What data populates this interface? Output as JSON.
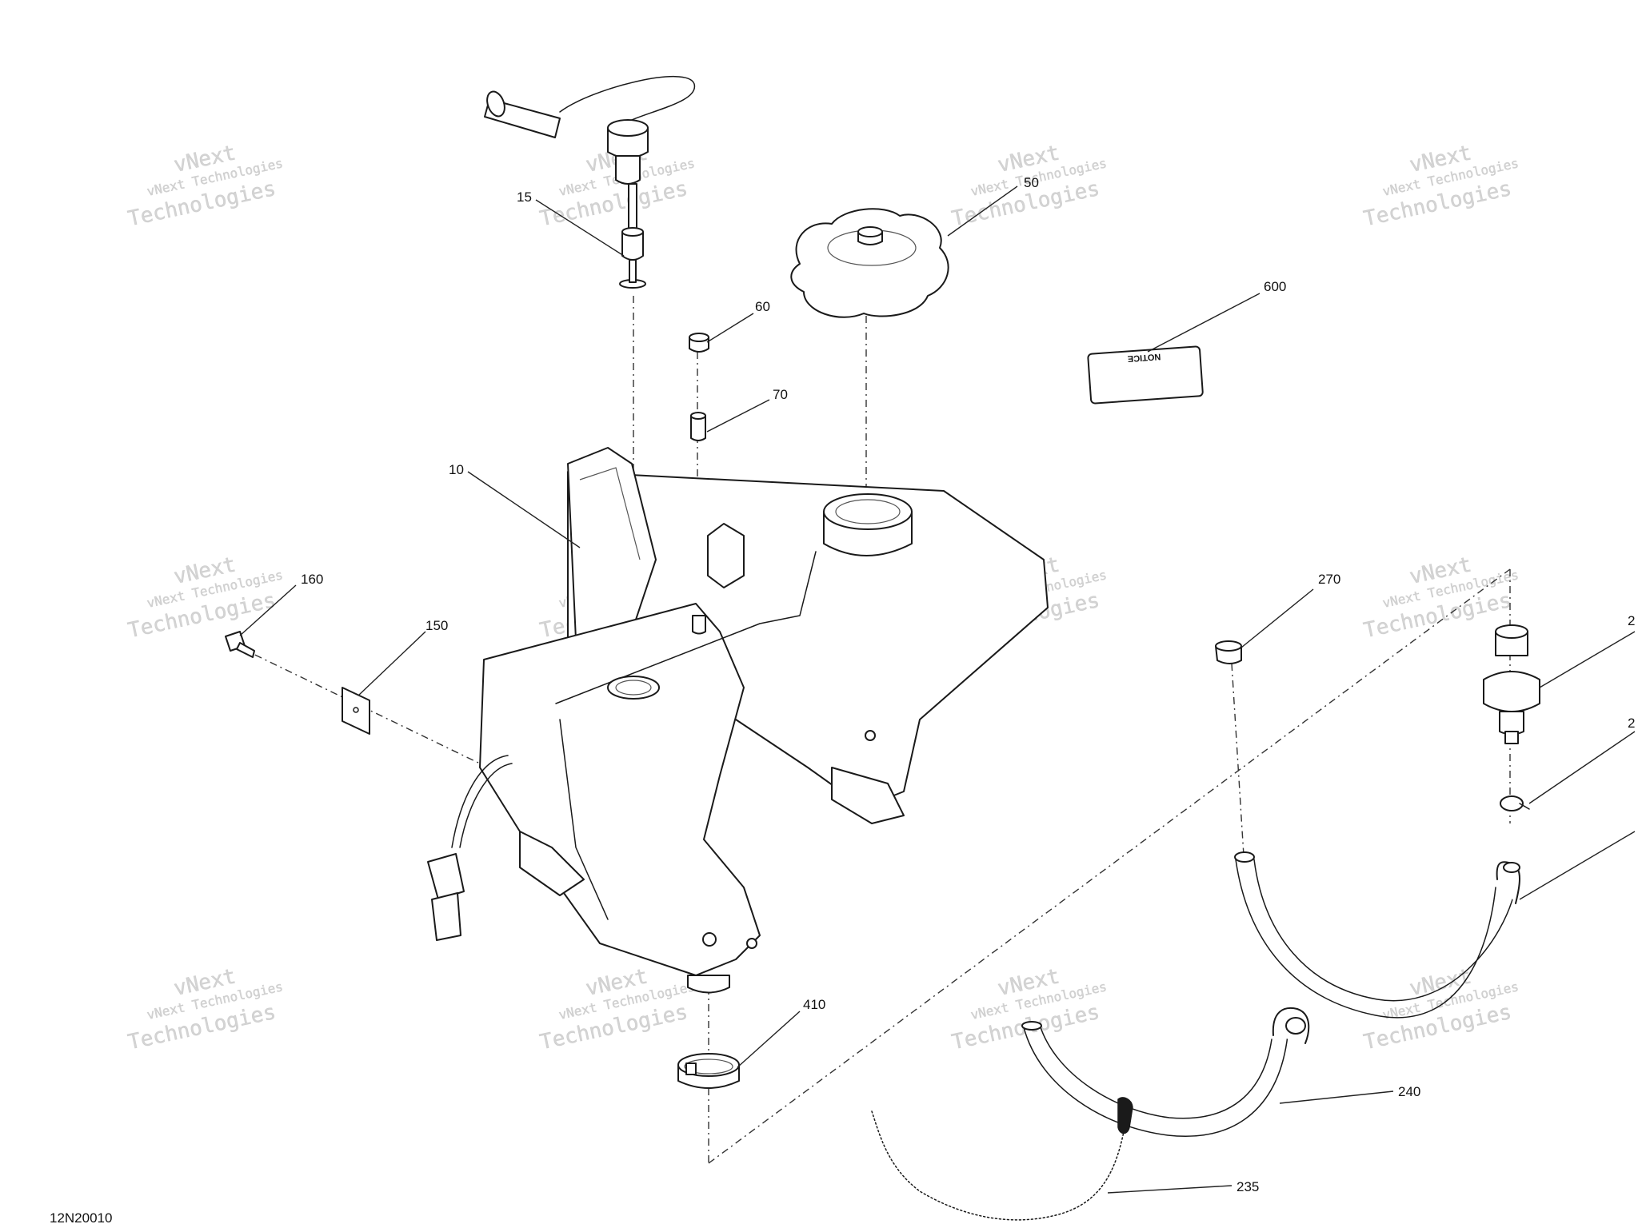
{
  "diagram_code": "12N20010",
  "watermark": {
    "line1": "vNext",
    "line2": "vNext Technologies",
    "line3": "Technologies"
  },
  "notice_label_text": "NOTICE",
  "callouts": [
    {
      "id": "c15",
      "text": "15"
    },
    {
      "id": "c50",
      "text": "50"
    },
    {
      "id": "c60",
      "text": "60"
    },
    {
      "id": "c70",
      "text": "70"
    },
    {
      "id": "c10",
      "text": "10"
    },
    {
      "id": "c600",
      "text": "600"
    },
    {
      "id": "c160",
      "text": "160"
    },
    {
      "id": "c150",
      "text": "150"
    },
    {
      "id": "c270",
      "text": "270"
    },
    {
      "id": "c2a",
      "text": "2"
    },
    {
      "id": "c2b",
      "text": "2"
    },
    {
      "id": "c410",
      "text": "410"
    },
    {
      "id": "c240",
      "text": "240"
    },
    {
      "id": "c235",
      "text": "235"
    }
  ]
}
